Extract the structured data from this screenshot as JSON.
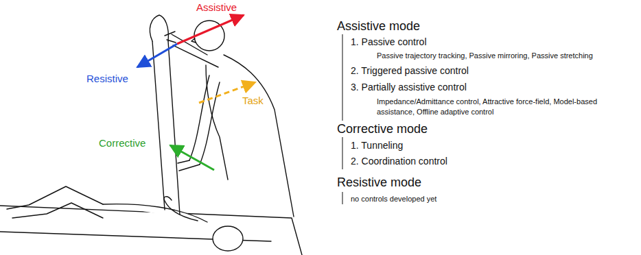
{
  "diagram": {
    "labels": [
      "Assistive",
      "Resistive",
      "Task",
      "Corrective",
      "Assistive mode",
      "1. Passive control",
      "Passive trajectory tracking, Passive mirroring, Passive stretching",
      "2. Triggered passive control",
      "3. Partially assistive control",
      "Impedance/Admittance control, Attractive force-field, Model-based assistance, Offline adaptive control",
      "Corrective mode",
      "1. Tunneling",
      "2. Coordination control",
      "Resistive mode",
      "no controls developed yet"
    ]
  }
}
